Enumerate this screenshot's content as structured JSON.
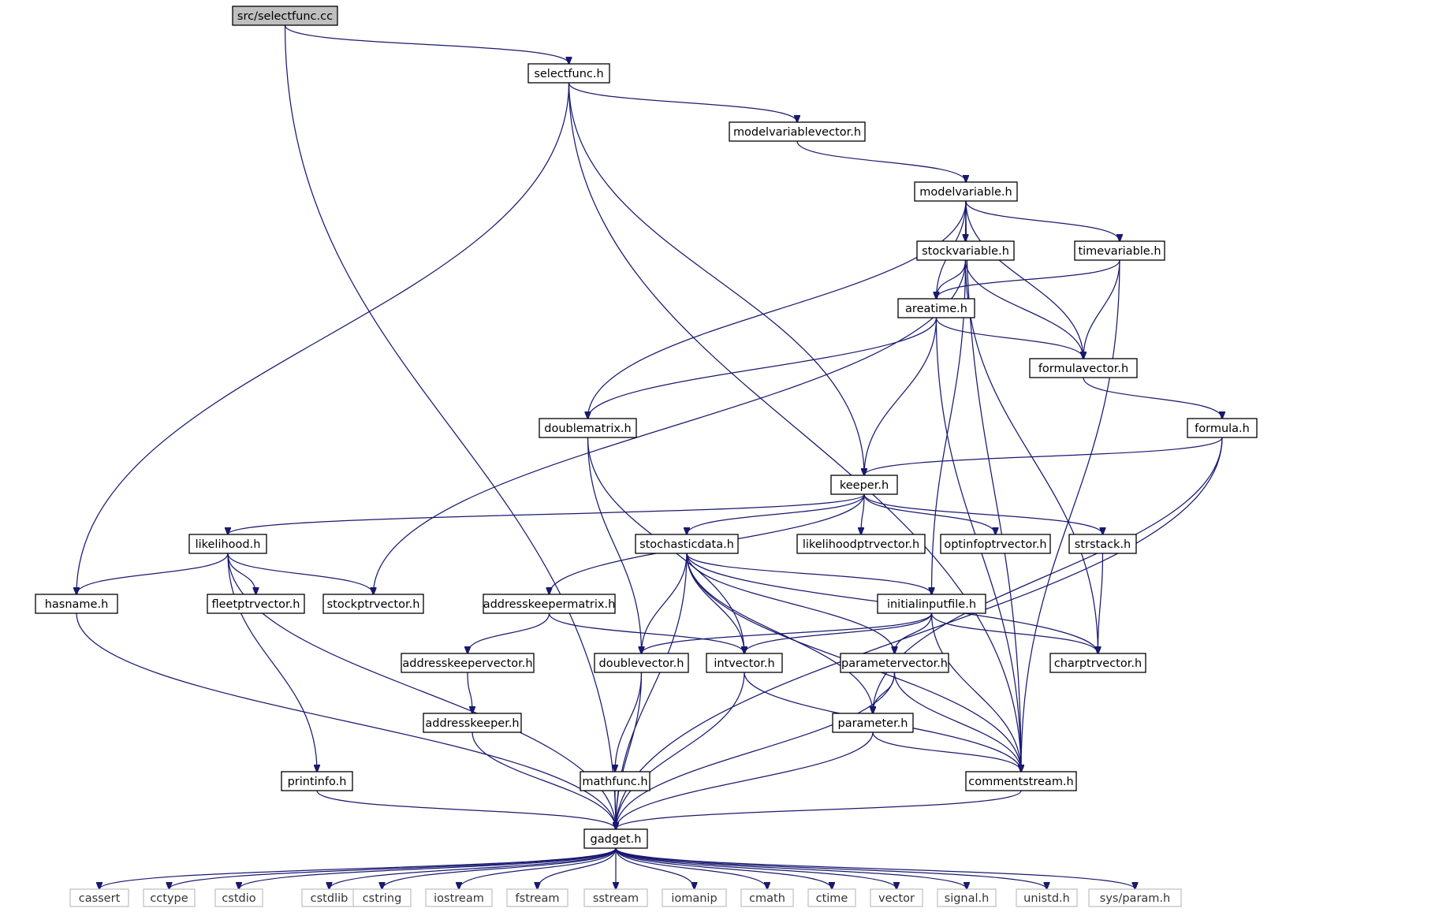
{
  "nodes": [
    {
      "id": "selectfunc_cc",
      "label": "src/selectfunc.cc",
      "kind": "root"
    },
    {
      "id": "selectfunc_h",
      "label": "selectfunc.h",
      "kind": "file"
    },
    {
      "id": "modelvariablevector_h",
      "label": "modelvariablevector.h",
      "kind": "file"
    },
    {
      "id": "modelvariable_h",
      "label": "modelvariable.h",
      "kind": "file"
    },
    {
      "id": "stockvariable_h",
      "label": "stockvariable.h",
      "kind": "file"
    },
    {
      "id": "timevariable_h",
      "label": "timevariable.h",
      "kind": "file"
    },
    {
      "id": "areatime_h",
      "label": "areatime.h",
      "kind": "file"
    },
    {
      "id": "formulavector_h",
      "label": "formulavector.h",
      "kind": "file"
    },
    {
      "id": "formula_h",
      "label": "formula.h",
      "kind": "file"
    },
    {
      "id": "doublematrix_h",
      "label": "doublematrix.h",
      "kind": "file"
    },
    {
      "id": "keeper_h",
      "label": "keeper.h",
      "kind": "file"
    },
    {
      "id": "likelihood_h",
      "label": "likelihood.h",
      "kind": "file"
    },
    {
      "id": "stochasticdata_h",
      "label": "stochasticdata.h",
      "kind": "file"
    },
    {
      "id": "likelihoodptrvector_h",
      "label": "likelihoodptrvector.h",
      "kind": "file"
    },
    {
      "id": "optinfoptrvector_h",
      "label": "optinfoptrvector.h",
      "kind": "file"
    },
    {
      "id": "strstack_h",
      "label": "strstack.h",
      "kind": "file"
    },
    {
      "id": "hasname_h",
      "label": "hasname.h",
      "kind": "file"
    },
    {
      "id": "fleetptrvector_h",
      "label": "fleetptrvector.h",
      "kind": "file"
    },
    {
      "id": "stockptrvector_h",
      "label": "stockptrvector.h",
      "kind": "file"
    },
    {
      "id": "addresskeepermatrix_h",
      "label": "addresskeepermatrix.h",
      "kind": "file"
    },
    {
      "id": "initialinputfile_h",
      "label": "initialinputfile.h",
      "kind": "file"
    },
    {
      "id": "addresskeepervector_h",
      "label": "addresskeepervector.h",
      "kind": "file"
    },
    {
      "id": "doublevector_h",
      "label": "doublevector.h",
      "kind": "file"
    },
    {
      "id": "intvector_h",
      "label": "intvector.h",
      "kind": "file"
    },
    {
      "id": "parametervector_h",
      "label": "parametervector.h",
      "kind": "file"
    },
    {
      "id": "charptrvector_h",
      "label": "charptrvector.h",
      "kind": "file"
    },
    {
      "id": "addresskeeper_h",
      "label": "addresskeeper.h",
      "kind": "file"
    },
    {
      "id": "parameter_h",
      "label": "parameter.h",
      "kind": "file"
    },
    {
      "id": "printinfo_h",
      "label": "printinfo.h",
      "kind": "file"
    },
    {
      "id": "mathfunc_h",
      "label": "mathfunc.h",
      "kind": "file"
    },
    {
      "id": "commentstream_h",
      "label": "commentstream.h",
      "kind": "file"
    },
    {
      "id": "gadget_h",
      "label": "gadget.h",
      "kind": "file"
    },
    {
      "id": "cassert",
      "label": "cassert",
      "kind": "system"
    },
    {
      "id": "cctype",
      "label": "cctype",
      "kind": "system"
    },
    {
      "id": "cstdio",
      "label": "cstdio",
      "kind": "system"
    },
    {
      "id": "cstdlib",
      "label": "cstdlib",
      "kind": "system"
    },
    {
      "id": "cstring",
      "label": "cstring",
      "kind": "system"
    },
    {
      "id": "iostream",
      "label": "iostream",
      "kind": "system"
    },
    {
      "id": "fstream",
      "label": "fstream",
      "kind": "system"
    },
    {
      "id": "sstream",
      "label": "sstream",
      "kind": "system"
    },
    {
      "id": "iomanip",
      "label": "iomanip",
      "kind": "system"
    },
    {
      "id": "cmath",
      "label": "cmath",
      "kind": "system"
    },
    {
      "id": "ctime",
      "label": "ctime",
      "kind": "system"
    },
    {
      "id": "vector",
      "label": "vector",
      "kind": "system"
    },
    {
      "id": "signal_h",
      "label": "signal.h",
      "kind": "system"
    },
    {
      "id": "unistd_h",
      "label": "unistd.h",
      "kind": "system"
    },
    {
      "id": "sys_param_h",
      "label": "sys/param.h",
      "kind": "system"
    }
  ],
  "edges": [
    [
      "selectfunc_cc",
      "selectfunc_h"
    ],
    [
      "selectfunc_cc",
      "gadget_h"
    ],
    [
      "selectfunc_h",
      "modelvariablevector_h"
    ],
    [
      "selectfunc_h",
      "keeper_h"
    ],
    [
      "selectfunc_h",
      "hasname_h"
    ],
    [
      "selectfunc_h",
      "commentstream_h"
    ],
    [
      "modelvariablevector_h",
      "modelvariable_h"
    ],
    [
      "modelvariable_h",
      "stockvariable_h"
    ],
    [
      "modelvariable_h",
      "timevariable_h"
    ],
    [
      "modelvariable_h",
      "areatime_h"
    ],
    [
      "modelvariable_h",
      "formulavector_h"
    ],
    [
      "modelvariable_h",
      "doublematrix_h"
    ],
    [
      "modelvariable_h",
      "commentstream_h"
    ],
    [
      "stockvariable_h",
      "areatime_h"
    ],
    [
      "stockvariable_h",
      "formulavector_h"
    ],
    [
      "stockvariable_h",
      "stockptrvector_h"
    ],
    [
      "stockvariable_h",
      "initialinputfile_h"
    ],
    [
      "stockvariable_h",
      "charptrvector_h"
    ],
    [
      "timevariable_h",
      "areatime_h"
    ],
    [
      "timevariable_h",
      "formulavector_h"
    ],
    [
      "timevariable_h",
      "commentstream_h"
    ],
    [
      "areatime_h",
      "formulavector_h"
    ],
    [
      "areatime_h",
      "doublematrix_h"
    ],
    [
      "areatime_h",
      "keeper_h"
    ],
    [
      "areatime_h",
      "commentstream_h"
    ],
    [
      "formulavector_h",
      "formula_h"
    ],
    [
      "formula_h",
      "keeper_h"
    ],
    [
      "formula_h",
      "parameter_h"
    ],
    [
      "formula_h",
      "gadget_h"
    ],
    [
      "doublematrix_h",
      "doublevector_h"
    ],
    [
      "doublematrix_h",
      "intvector_h"
    ],
    [
      "keeper_h",
      "likelihood_h"
    ],
    [
      "keeper_h",
      "stochasticdata_h"
    ],
    [
      "keeper_h",
      "likelihoodptrvector_h"
    ],
    [
      "keeper_h",
      "optinfoptrvector_h"
    ],
    [
      "keeper_h",
      "strstack_h"
    ],
    [
      "keeper_h",
      "addresskeepermatrix_h"
    ],
    [
      "likelihood_h",
      "hasname_h"
    ],
    [
      "likelihood_h",
      "fleetptrvector_h"
    ],
    [
      "likelihood_h",
      "stockptrvector_h"
    ],
    [
      "likelihood_h",
      "printinfo_h"
    ],
    [
      "likelihood_h",
      "gadget_h"
    ],
    [
      "stochasticdata_h",
      "initialinputfile_h"
    ],
    [
      "stochasticdata_h",
      "doublevector_h"
    ],
    [
      "stochasticdata_h",
      "intvector_h"
    ],
    [
      "stochasticdata_h",
      "parametervector_h"
    ],
    [
      "stochasticdata_h",
      "charptrvector_h"
    ],
    [
      "stochasticdata_h",
      "parameter_h"
    ],
    [
      "stochasticdata_h",
      "commentstream_h"
    ],
    [
      "stochasticdata_h",
      "gadget_h"
    ],
    [
      "strstack_h",
      "charptrvector_h"
    ],
    [
      "hasname_h",
      "gadget_h"
    ],
    [
      "addresskeepermatrix_h",
      "addresskeepervector_h"
    ],
    [
      "addresskeepermatrix_h",
      "intvector_h"
    ],
    [
      "addresskeepervector_h",
      "addresskeeper_h"
    ],
    [
      "addresskeeper_h",
      "gadget_h"
    ],
    [
      "initialinputfile_h",
      "doublevector_h"
    ],
    [
      "initialinputfile_h",
      "intvector_h"
    ],
    [
      "initialinputfile_h",
      "parametervector_h"
    ],
    [
      "initialinputfile_h",
      "charptrvector_h"
    ],
    [
      "initialinputfile_h",
      "commentstream_h"
    ],
    [
      "doublevector_h",
      "mathfunc_h"
    ],
    [
      "doublevector_h",
      "gadget_h"
    ],
    [
      "intvector_h",
      "commentstream_h"
    ],
    [
      "intvector_h",
      "gadget_h"
    ],
    [
      "parametervector_h",
      "parameter_h"
    ],
    [
      "parametervector_h",
      "commentstream_h"
    ],
    [
      "parametervector_h",
      "gadget_h"
    ],
    [
      "parameter_h",
      "commentstream_h"
    ],
    [
      "parameter_h",
      "gadget_h"
    ],
    [
      "printinfo_h",
      "gadget_h"
    ],
    [
      "mathfunc_h",
      "gadget_h"
    ],
    [
      "commentstream_h",
      "gadget_h"
    ],
    [
      "gadget_h",
      "cassert"
    ],
    [
      "gadget_h",
      "cctype"
    ],
    [
      "gadget_h",
      "cstdio"
    ],
    [
      "gadget_h",
      "cstdlib"
    ],
    [
      "gadget_h",
      "cstring"
    ],
    [
      "gadget_h",
      "iostream"
    ],
    [
      "gadget_h",
      "fstream"
    ],
    [
      "gadget_h",
      "sstream"
    ],
    [
      "gadget_h",
      "iomanip"
    ],
    [
      "gadget_h",
      "cmath"
    ],
    [
      "gadget_h",
      "ctime"
    ],
    [
      "gadget_h",
      "vector"
    ],
    [
      "gadget_h",
      "signal_h"
    ],
    [
      "gadget_h",
      "unistd_h"
    ],
    [
      "gadget_h",
      "sys_param_h"
    ]
  ]
}
